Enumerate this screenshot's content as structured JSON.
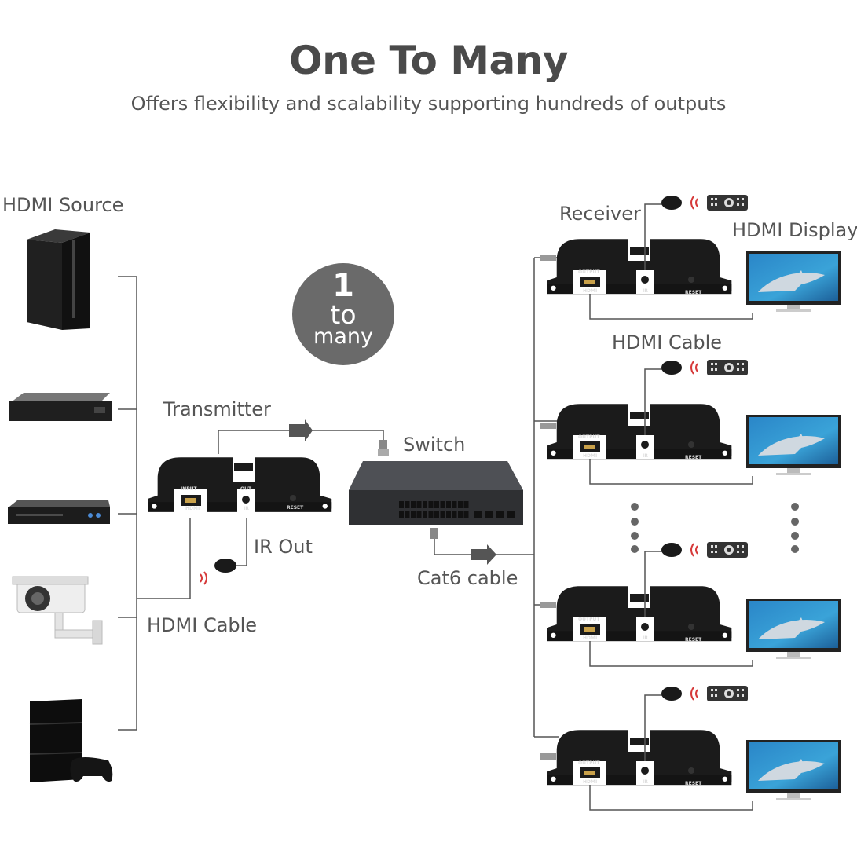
{
  "header": {
    "title": "One To Many",
    "subtitle": "Offers flexibility and scalability supporting hundreds of outputs"
  },
  "badge": {
    "number": "1",
    "word1": "to",
    "word2": "many"
  },
  "labels": {
    "hdmi_source": "HDMI Source",
    "transmitter": "Transmitter",
    "switch": "Switch",
    "ir_out": "IR Out",
    "cat6_cable": "Cat6 cable",
    "hdmi_cable_left": "HDMI Cable",
    "receiver": "Receiver",
    "hdmi_display": "HDMI Display",
    "hdmi_cable_right": "HDMI Cable"
  },
  "device_text": {
    "input": "INPUT",
    "output": "OUTPUT",
    "hdmi": "HDMI",
    "out": "OUT",
    "ir": "IR",
    "reset": "RESET"
  },
  "sources": [
    "pc-tower-icon",
    "set-top-box-icon",
    "dvd-player-icon",
    "security-camera-icon",
    "game-console-icon"
  ],
  "colors": {
    "text": "#555555",
    "badge": "#6a6a6a",
    "device": "#1b1b1b",
    "line": "#555555"
  }
}
